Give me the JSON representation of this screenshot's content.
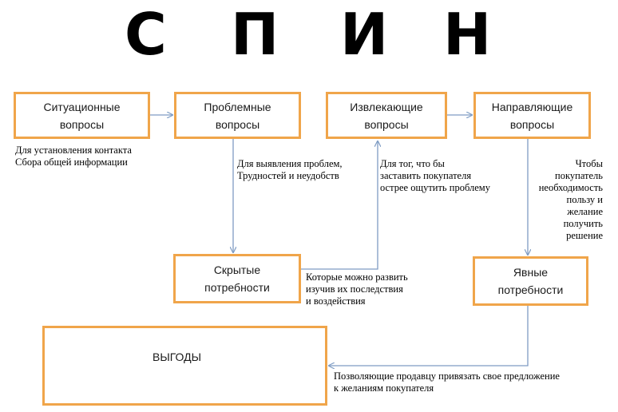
{
  "title": {
    "letters": [
      "С",
      "П",
      "И",
      "Н"
    ]
  },
  "boxes": {
    "situational": "Ситуационные\nвопросы",
    "problem": "Проблемные\nвопросы",
    "extracting": "Извлекающие\nвопросы",
    "directing": "Направляющие\nвопросы",
    "hidden_needs": "Скрытые\nпотребности",
    "explicit_needs": "Явные\nпотребности",
    "benefits": "ВЫГОДЫ"
  },
  "notes": {
    "situational": "Для установления контакта\nСбора общей информации",
    "problem": "Для выявления проблем,\nТрудностей и неудобств",
    "extracting": "Для тог, что бы\nзаставить покупателя\nострее ощутить проблему",
    "directing": "Чтобы\nпокупатель\nнеобходимость\nпользу и\nжелание\nполучить\nрешение",
    "hidden_needs": "Которые можно развить\nизучив их последствия\nи воздействия",
    "explicit_needs": "Позволяющие продавцу привязать свое предложение\n к желаниям покупателя"
  },
  "colors": {
    "box_border": "#f0a54a",
    "arrow": "#7f9cc4"
  }
}
